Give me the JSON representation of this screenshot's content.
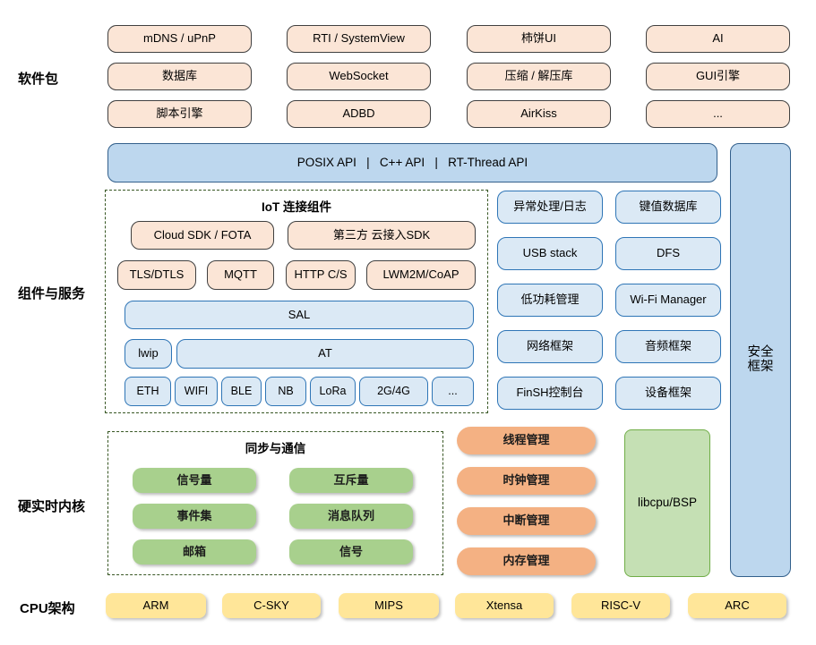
{
  "side_labels": {
    "software_packages": "软件包",
    "components_services": "组件与服务",
    "kernel": "硬实时内核",
    "cpu_arch": "CPU架构"
  },
  "software_packages": {
    "rows": [
      [
        "mDNS / uPnP",
        "RTI / SystemView",
        "柿饼UI",
        "AI"
      ],
      [
        "数据库",
        "WebSocket",
        "压缩 / 解压库",
        "GUI引擎"
      ],
      [
        "脚本引擎",
        "ADBD",
        "AirKiss",
        "..."
      ]
    ]
  },
  "api_bar": {
    "label": "POSIX API   |   C++ API   |   RT-Thread API"
  },
  "security_framework": {
    "label": "安全\n框架"
  },
  "iot": {
    "title": "IoT 连接组件",
    "sdk_row": [
      "Cloud SDK / FOTA",
      "第三方 云接入SDK"
    ],
    "protocol_row": [
      "TLS/DTLS",
      "MQTT",
      "HTTP C/S",
      "LWM2M/CoAP"
    ],
    "sal": "SAL",
    "lwip": "lwip",
    "at": "AT",
    "links": [
      "ETH",
      "WIFI",
      "BLE",
      "NB",
      "LoRa",
      "2G/4G",
      "..."
    ]
  },
  "services": {
    "col1": [
      "异常处理/日志",
      "USB stack",
      "低功耗管理",
      "网络框架",
      "FinSH控制台"
    ],
    "col2": [
      "键值数据库",
      "DFS",
      "Wi-Fi Manager",
      "音频框架",
      "设备框架"
    ]
  },
  "sync": {
    "title": "同步与通信",
    "col1": [
      "信号量",
      "事件集",
      "邮箱"
    ],
    "col2": [
      "互斥量",
      "消息队列",
      "信号"
    ]
  },
  "managers": [
    "线程管理",
    "时钟管理",
    "中断管理",
    "内存管理"
  ],
  "libcpu": {
    "label": "libcpu/BSP"
  },
  "cpu_archs": [
    "ARM",
    "C-SKY",
    "MIPS",
    "Xtensa",
    "RISC-V",
    "ARC"
  ],
  "colors": {
    "peach_fill": "#fbe5d6",
    "peach_border": "#404040",
    "blue_bar_fill": "#bdd7ee",
    "blue_border": "#2e75b6",
    "light_blue_fill": "#dbe9f5",
    "green_fill": "#a8d08d",
    "libcpu_fill": "#c5e0b4",
    "libcpu_border": "#70ad47",
    "orange_fill": "#f4b183",
    "yellow_fill": "#ffe699",
    "dashed_border": "#375623"
  }
}
